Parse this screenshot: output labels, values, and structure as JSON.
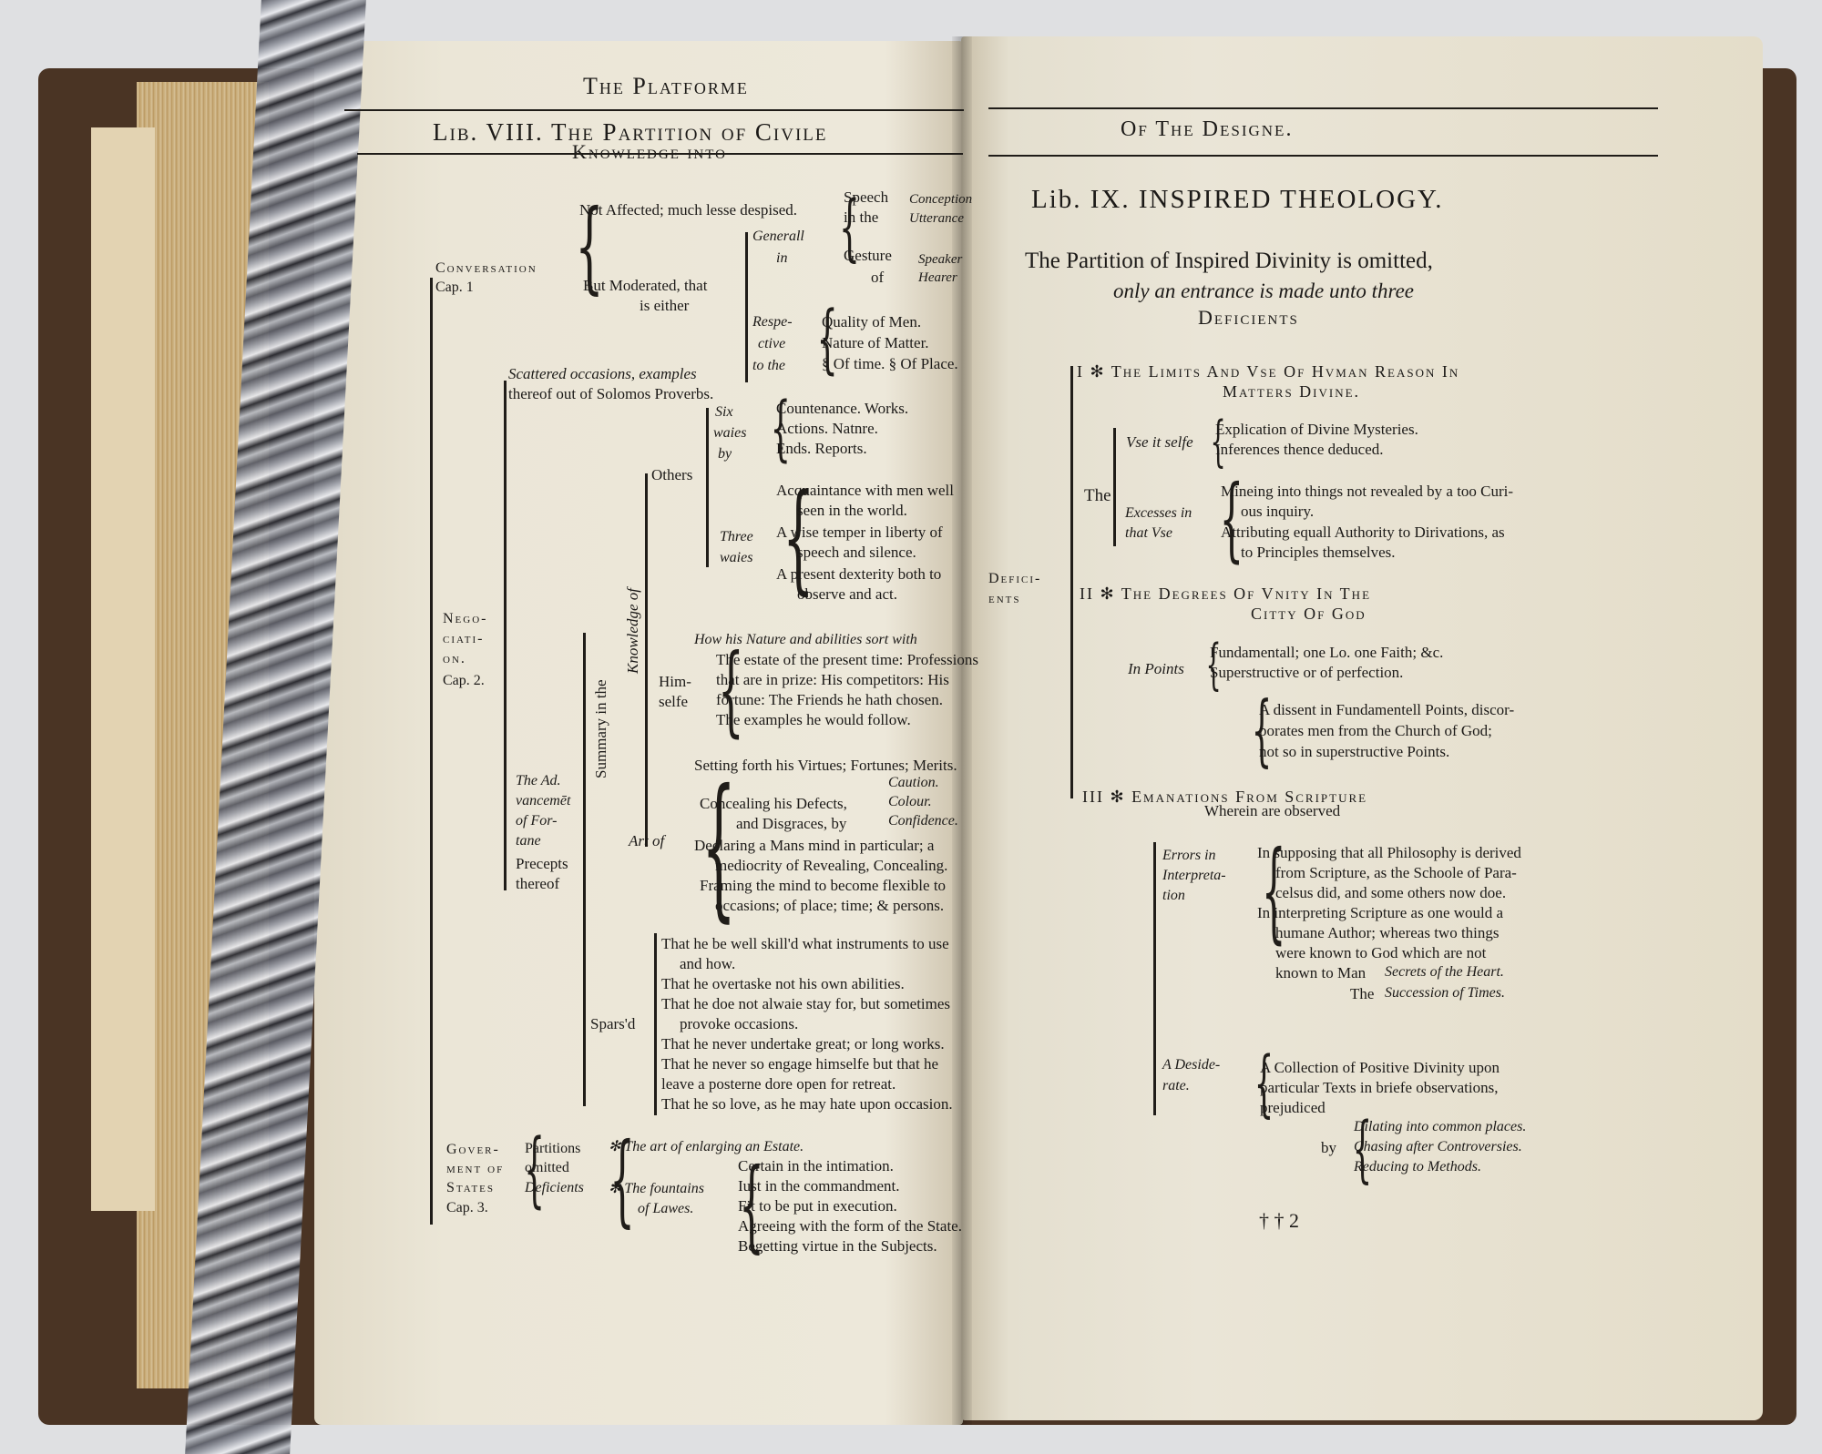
{
  "left_page": {
    "running_head": "The Platforme",
    "title_line1": "Lib. VIII. The Partition of Civile",
    "title_line2": "Knowledge into",
    "conversation": {
      "label": "Conversation",
      "cap": "Cap. 1",
      "not_affected": "Not Affected; much lesse despised.",
      "moderated": "But Moderated, that",
      "moderated2": "is either",
      "generall": "Generall",
      "generall_in": "in",
      "speech": "Speech",
      "speech_in": "in the",
      "conception": "Conception",
      "utterance": "Utterance",
      "gesture": "Gesture",
      "gesture_of": "of",
      "speaker": "Speaker",
      "hearer": "Hearer",
      "respective1": "Respe-",
      "respective2": "ctive",
      "respective3": "to the",
      "quality": "Quality of Men.",
      "nature": "Nature of Matter.",
      "time": "§ Of time.  § Of Place."
    },
    "negotiation": {
      "label1": "Nego-",
      "label2": "ciati-",
      "label3": "on.",
      "cap": "Cap. 2.",
      "scattered1": "Scattered occasions, examples",
      "scattered2": "thereof out of Solomos Proverbs.",
      "six1": "Six",
      "six2": "waies",
      "six3": "by",
      "countenance": "Countenance. Works.",
      "actions": "Actions.  Natnre.",
      "ends": "Ends.  Reports.",
      "others": "Others",
      "three1": "Three",
      "three2": "waies",
      "acq1": "Acquaintance with men well",
      "acq2": "seen in the world.",
      "temper1": "A wise temper in liberty of",
      "temper2": "speech and silence.",
      "dexterity1": "A present dexterity both to",
      "dexterity2": "observe and act.",
      "knowledge_of": "Knowledge of",
      "summary": "Summary in the",
      "himselfe1": "Him-",
      "himselfe2": "selfe",
      "nature_abilities": "How his Nature and abilities sort with",
      "estate1": "The estate of the present time: Professions",
      "estate2": "that are in prize:  His competitors:  His",
      "estate3": "fortune:  The  Friends he hath chosen.",
      "estate4": "The examples he would follow.",
      "advancement1": "The Ad.",
      "advancement2": "vancemēt",
      "advancement3": "of For-",
      "advancement4": "tane",
      "precepts1": "Precepts",
      "precepts2": "thereof",
      "art_of": "Art of",
      "setting": "Setting forth his Virtues; Fortunes; Merits.",
      "caution": "Caution.",
      "concealing": "Concealing his Defects,",
      "colour": "Colour.",
      "disgraces": "and Disgraces, by",
      "confidence": "Confidence.",
      "declaring1": "Declaring a Mans mind in particular; a",
      "declaring2": "mediocrity of Revealing, Concealing.",
      "framing1": "Framing the mind to become flexible to",
      "framing2": "occasions; of place; time; & persons.",
      "spars": "Spars'd",
      "sp1": "That he be well skill'd what instruments to use",
      "sp2": "and how.",
      "sp3": "That he overtaske not his own abilities.",
      "sp4": "That he doe not alwaie stay for, but sometimes",
      "sp5": "provoke occasions.",
      "sp6": "That he never undertake great; or long works.",
      "sp7": "That he never so engage himselfe but that he",
      "sp8": "leave a posterne dore open for retreat.",
      "sp9": "That he so love, as he may hate upon occasion."
    },
    "government": {
      "label1": "Gover-",
      "label2": "ment of",
      "label3": "States",
      "cap": "Cap. 3.",
      "partitions1": "Partitions",
      "partitions2": "omitted",
      "partitions3": "Deficients",
      "enlarging": "✻ The art of enlarging an Estate.",
      "fountains1": "✻ The fountains",
      "fountains2": "of Lawes.",
      "certain": "Certain in the intimation.",
      "just": "Iust in the commandment.",
      "fit": "Fit to be put in execution.",
      "agreeing": "Agreeing with the form of the State.",
      "begetting": "Begetting virtue in the Subjects."
    }
  },
  "right_page": {
    "running_head": "Of The Designe.",
    "title": "Lib. IX. INSPIRED THEOLOGY.",
    "subtitle1": "The Partition of Inspired Divinity is omitted,",
    "subtitle2": "only an entrance is made unto three",
    "subtitle3": "Deficients",
    "deficients1": "Defici-",
    "deficients2": "ents",
    "s1_title1": "I ✻ The Limits And Vse Of Hvman Reason In",
    "s1_title2": "Matters Divine.",
    "the": "The",
    "use_itselfe": "Vse it selfe",
    "explication": "Explication of Divine Mysteries.",
    "inferences": "Inferences thence deduced.",
    "excesses1": "Excesses in",
    "excesses2": "that Vse",
    "mineing1": "Mineing into things not revealed by a too Curi-",
    "mineing2": "ous inquiry.",
    "attrib1": "Attributing equall Authority to Dirivations, as",
    "attrib2": "to Principles themselves.",
    "s2_title1": "II ✻ The Degrees Of Vnity In The",
    "s2_title2": "Citty Of God",
    "in_points": "In Points",
    "fundamentall": "Fundamentall; one Lo. one Faith; &c.",
    "superstructive": "Superstructive or of perfection.",
    "dissent1": "A dissent in Fundamentell Points, discor-",
    "dissent2": "porates men from the Church of God;",
    "dissent3": "not so in superstructive Points.",
    "s3_title1": "III ✻ Emanations From Scripture",
    "s3_title2": "Wherein are observed",
    "errors1": "Errors in",
    "errors2": "Interpreta-",
    "errors3": "tion",
    "supposing1": "In supposing that all Philosophy is derived",
    "supposing2": "from Scripture, as the Schoole of Para-",
    "supposing3": "celsus did, and some others now doe.",
    "interp1": "In interpreting Scripture as one would a",
    "interp2": "humane Author; whereas two things",
    "interp3": "were known to God which are not",
    "interp4": "known to Man",
    "secrets": "Secrets of the Heart.",
    "the2": "The",
    "succession": "Succession of Times.",
    "desiderate1": "A Deside-",
    "desiderate2": "rate.",
    "collection1": "A Collection of Positive Divinity upon",
    "collection2": "particular  Texts in briefe observations,",
    "collection3": "prejudiced",
    "by": "by",
    "dilating": "Dilating into common places.",
    "chasing": "Chasing after Controversies.",
    "reducing": "Reducing to Methods.",
    "signature": "† † 2"
  }
}
